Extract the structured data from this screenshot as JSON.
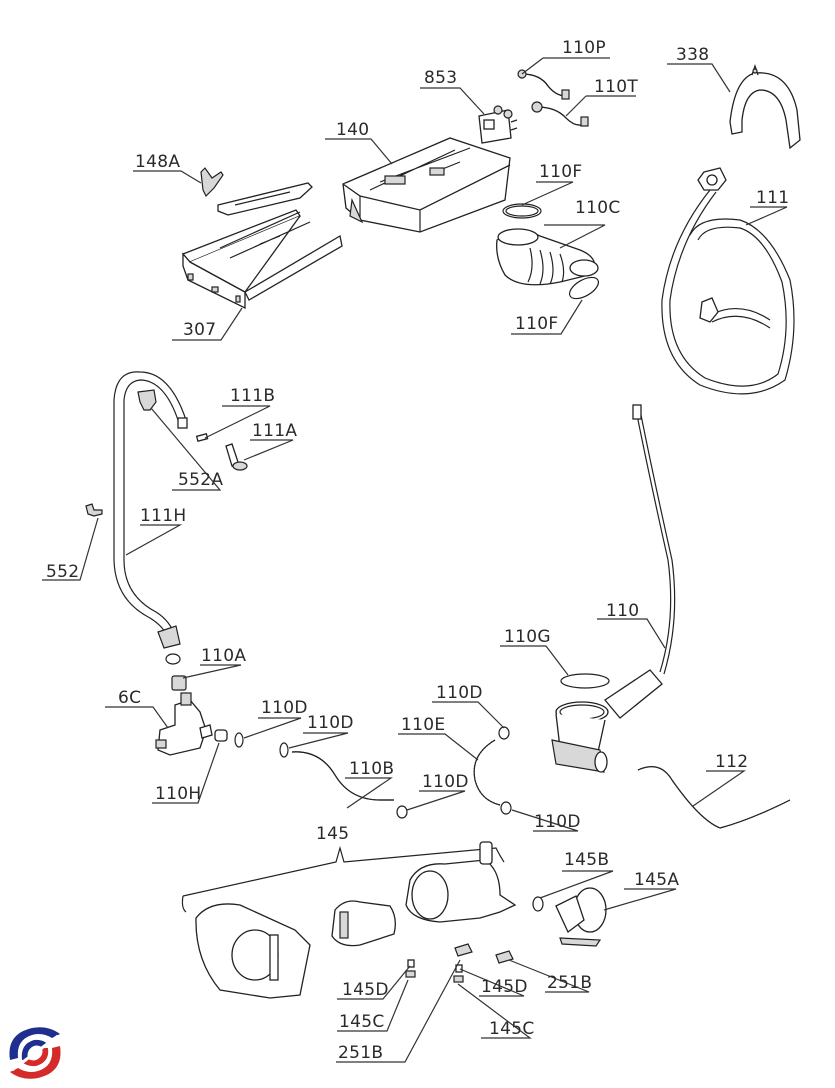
{
  "diagram": {
    "type": "exploded-parts-diagram",
    "subject": "Washing machine detergent dispenser, hoses and drain pump assembly",
    "labels": [
      {
        "id": "110P",
        "text": "110P"
      },
      {
        "id": "338",
        "text": "338"
      },
      {
        "id": "853",
        "text": "853"
      },
      {
        "id": "110T",
        "text": "110T"
      },
      {
        "id": "140",
        "text": "140"
      },
      {
        "id": "148A",
        "text": "148A"
      },
      {
        "id": "110F-top",
        "text": "110F"
      },
      {
        "id": "110C",
        "text": "110C"
      },
      {
        "id": "111",
        "text": "111"
      },
      {
        "id": "307",
        "text": "307"
      },
      {
        "id": "110F-bottom",
        "text": "110F"
      },
      {
        "id": "111B",
        "text": "111B"
      },
      {
        "id": "111A",
        "text": "111A"
      },
      {
        "id": "552A",
        "text": "552A"
      },
      {
        "id": "111H",
        "text": "111H"
      },
      {
        "id": "552",
        "text": "552"
      },
      {
        "id": "110",
        "text": "110"
      },
      {
        "id": "110G",
        "text": "110G"
      },
      {
        "id": "110A",
        "text": "110A"
      },
      {
        "id": "6C",
        "text": "6C"
      },
      {
        "id": "110D-a",
        "text": "110D"
      },
      {
        "id": "110D-b",
        "text": "110D"
      },
      {
        "id": "110D-c",
        "text": "110D"
      },
      {
        "id": "110E",
        "text": "110E"
      },
      {
        "id": "110B",
        "text": "110B"
      },
      {
        "id": "110D-d",
        "text": "110D"
      },
      {
        "id": "110D-e",
        "text": "110D"
      },
      {
        "id": "112",
        "text": "112"
      },
      {
        "id": "110H",
        "text": "110H"
      },
      {
        "id": "145",
        "text": "145"
      },
      {
        "id": "145B",
        "text": "145B"
      },
      {
        "id": "145A",
        "text": "145A"
      },
      {
        "id": "145D-left",
        "text": "145D"
      },
      {
        "id": "145D-right",
        "text": "145D"
      },
      {
        "id": "251B-right",
        "text": "251B"
      },
      {
        "id": "145C-left",
        "text": "145C"
      },
      {
        "id": "145C-right",
        "text": "145C"
      },
      {
        "id": "251B-left",
        "text": "251B"
      }
    ]
  },
  "logo": {
    "icon": "brand-swirl-logo",
    "colors": {
      "primary": "#1f2f8f",
      "secondary": "#d42a2a"
    }
  }
}
